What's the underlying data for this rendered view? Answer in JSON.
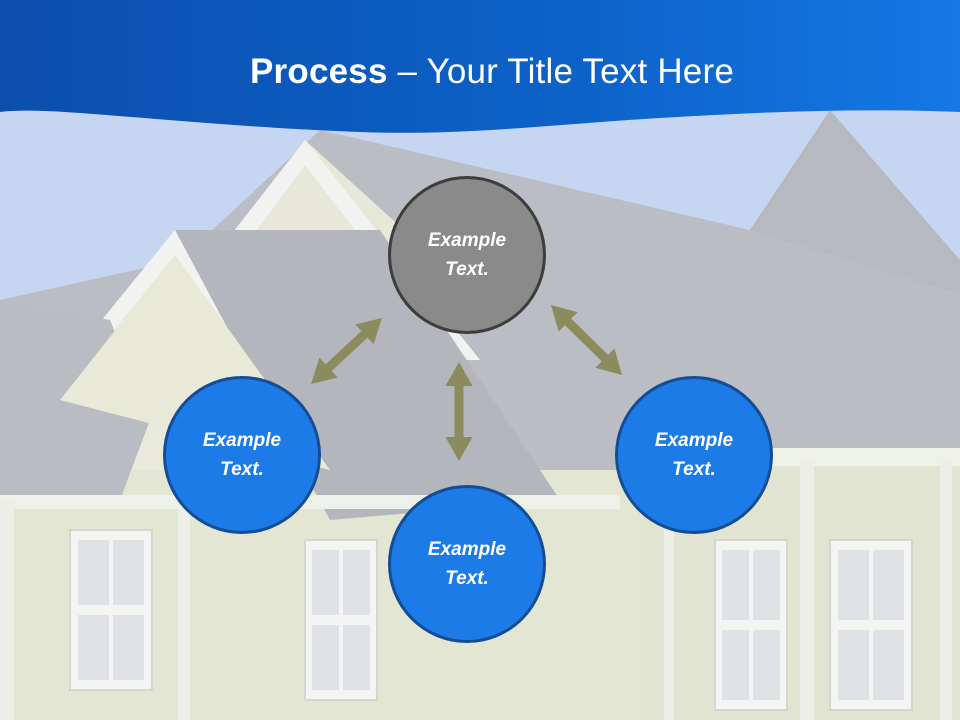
{
  "slide": {
    "title_bold": "Process",
    "title_rest": " – Your Title Text Here"
  },
  "nodes": [
    {
      "id": "top",
      "label": "Example Text.",
      "color": "#8a8a8a"
    },
    {
      "id": "left",
      "label": "Example Text.",
      "color": "#1c7be6"
    },
    {
      "id": "bottom",
      "label": "Example Text.",
      "color": "#1c7be6"
    },
    {
      "id": "right",
      "label": "Example Text.",
      "color": "#1c7be6"
    }
  ],
  "colors": {
    "header_blue": "#0d5fc4",
    "sky": "#c6d6f2",
    "roof": "#babdc3",
    "wall": "#e4e6d4",
    "trim": "#f2f3f0",
    "arrow": "#8c8b5e"
  },
  "icons": [
    "double-arrow-diagonal-left",
    "double-arrow-vertical",
    "double-arrow-diagonal-right"
  ]
}
